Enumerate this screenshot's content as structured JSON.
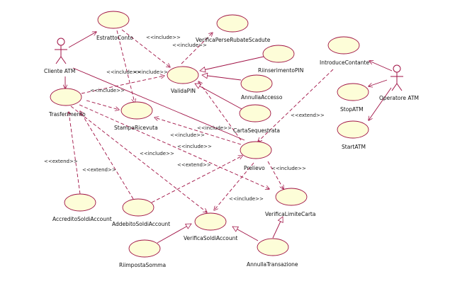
{
  "colors": {
    "line": "#a01245",
    "usecase_fill": "#fdfdd8",
    "text": "#111111"
  },
  "actors": {
    "cliente": "Cliente ATM",
    "operatore": "Operatore ATM"
  },
  "usecases": {
    "estratto_conto": "EstrattoConto",
    "verifica_perse": "VerificaPerseRubateScadute",
    "riinserimento_pin": "RiinserimentoPIN",
    "valida_pin": "ValidaPIN",
    "annulla_accesso": "AnnullaAccesso",
    "carta_sequestrata": "CartaSequestrata",
    "introduce_contante": "IntroduceContante",
    "stop_atm": "StopATM",
    "start_atm": "StartATM",
    "trasferimento": "Trasferimento",
    "stampa_ricevuta": "StampaRicevuta",
    "prelievo": "Prelievo",
    "verifica_limite_carta": "VerificaLimiteCarta",
    "accredito_soldi": "AccreditoSoldiAccount",
    "addebito_soldi": "AddebitoSoldiAccount",
    "verifica_soldi": "VerificaSoldiAccount",
    "riimposta_somma": "RiimpostaSomma",
    "annulla_transazione": "AnnullaTransazione"
  },
  "stereotypes": {
    "include": "<<include>>",
    "extend": "<<extend>>"
  }
}
